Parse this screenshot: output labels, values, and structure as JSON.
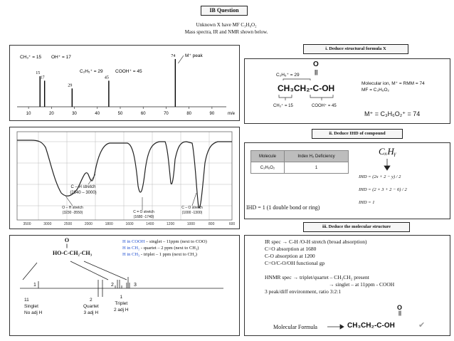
{
  "title": "IB Question",
  "intro": {
    "line1": "Unknown X have MF C₃H₆O₂",
    "line2": "Mass spectra, IR and NMR shown below."
  },
  "mass_spec": {
    "ticks": [
      "10",
      "20",
      "30",
      "40",
      "50",
      "60",
      "70",
      "80",
      "90"
    ],
    "axis_unit": "m/e",
    "peak_labels": [
      {
        "label": "CH₃⁺ = 15",
        "value": "15"
      },
      {
        "label": "OH⁺ = 17",
        "value": "17"
      },
      {
        "label": "C₂H₅⁺ = 29",
        "value": "29"
      },
      {
        "label": "COOH⁺ = 45",
        "value": "45"
      },
      {
        "label": "M⁺ peak",
        "value": "74"
      }
    ]
  },
  "chart_data": {
    "type": "bar",
    "xlabel": "m/e",
    "xlim": [
      5,
      95
    ],
    "x": [
      15,
      17,
      29,
      45,
      74
    ],
    "values": [
      0.55,
      0.47,
      0.33,
      0.47,
      0.86
    ],
    "labels": [
      "CH₃⁺ = 15",
      "OH⁺ = 17",
      "C₂H₅⁺ = 29",
      "COOH⁺ = 45",
      "M⁺ peak"
    ]
  },
  "ir": {
    "ticks": [
      "3500",
      "3000",
      "2500",
      "2000",
      "1800",
      "1600",
      "1400",
      "1200",
      "1000",
      "800",
      "600"
    ],
    "annotations": {
      "ch": [
        "C – H stretch",
        "(2840 – 3000)"
      ],
      "oh": [
        "O – H stretch",
        "(3230 -3550)"
      ],
      "co_double": [
        "C = O stretch",
        "(1680 -1740)"
      ],
      "co_single": [
        "C – O stretch",
        "(1000 -1300)"
      ]
    }
  },
  "nmr": {
    "structure": {
      "o": "O",
      "bond": "||",
      "chain": "HO-C-CH₂-CH₃"
    },
    "peak_numbers": [
      "1",
      "2",
      "3"
    ],
    "notes": [
      {
        "a": "H in COOH",
        "b": " – singlet – 11ppm (next to COO)"
      },
      {
        "a": "H in CH₂",
        "b": " - quartet – 2 ppm (next to CH₃)"
      },
      {
        "a": "H in CH₃",
        "b": " - triplet – 1 ppm (next to CH₂)"
      }
    ],
    "bottom": [
      [
        "11",
        "Singlet",
        "No adj H"
      ],
      [
        "2",
        "Quartet",
        "3 adj H"
      ],
      [
        "1",
        "Triplet",
        "2 adj H"
      ]
    ]
  },
  "section_i": {
    "header": "i. Deduce structural formula X",
    "frag_top": "C₂H₅⁺ = 29",
    "o": "O",
    "dbl": "||",
    "formula": "CH₃CH₂-C-OH",
    "frag_bottom_left": "CH₃⁺ = 15",
    "frag_bottom_right": "COOH⁺ = 45",
    "mol_ion": "Molecular ion, M⁺ = RMM = 74",
    "mf": "MF = C₃H₆O₂",
    "m_eq": "M⁺ = C₃H₆O₂⁺ = 74"
  },
  "section_ii": {
    "header": "ii. Deduce IHD of compound",
    "col_molecule": "Molecule",
    "col_ihd": "Index H₂ Deficiency",
    "row_molecule": "C₃H₆O₂",
    "row_ihd": "1",
    "cxhy": "CₓHᵧ",
    "eq1": "IHD = (2x + 2 − y) / 2",
    "eq2": "IHD = (2 × 3 + 2 − 6) / 2",
    "eq3": "IHD = 1",
    "result": "IHD = 1 (1 double bond or ring)"
  },
  "section_iii": {
    "header": "iii. Deduce the molecular structure",
    "lines": [
      "IR spec → C-H /O-H stretch (broad absorption)",
      "C=O absorption at 1680",
      "C-O absorption at 1200",
      "C=O/C-O/OH functional gp",
      "",
      "HNMR spec → triplet/quartet – CH₃CH₂ present",
      "→  singlet – at 11ppm - COOH",
      "3 peak/diff environment, ratio 3:2:1"
    ],
    "o": "O",
    "dbl": "||",
    "label": "Molecular Formula",
    "formula": "CH₃CH₂-C-OH",
    "check": "✔"
  }
}
